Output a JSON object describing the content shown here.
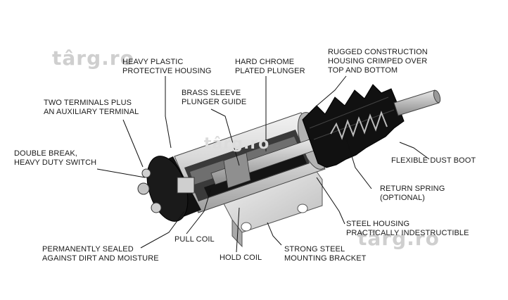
{
  "watermarks": [
    "târg.ro",
    "târg.ro",
    "târg.ro"
  ],
  "labels": {
    "heavy_plastic": [
      "HEAVY PLASTIC",
      "PROTECTIVE HOUSING"
    ],
    "hard_chrome": [
      "HARD CHROME",
      "PLATED PLUNGER"
    ],
    "rugged": [
      "RUGGED CONSTRUCTION",
      "HOUSING CRIMPED OVER",
      "TOP AND BOTTOM"
    ],
    "brass_sleeve": [
      "BRASS SLEEVE",
      "PLUNGER GUIDE"
    ],
    "two_terminals": [
      "TWO TERMINALS PLUS",
      "AN AUXILIARY TERMINAL"
    ],
    "double_break": [
      "DOUBLE BREAK,",
      "HEAVY DUTY SWITCH"
    ],
    "dust_boot": [
      "FLEXIBLE DUST BOOT"
    ],
    "return_spring": [
      "RETURN SPRING",
      "(OPTIONAL)"
    ],
    "steel_housing": [
      "STEEL HOUSING",
      "PRACTICALLY INDESTRUCTIBLE"
    ],
    "pull_coil": [
      "PULL COIL"
    ],
    "sealed": [
      "PERMANENTLY SEALED",
      "AGAINST DIRT AND MOISTURE"
    ],
    "hold_coil": [
      "HOLD COIL"
    ],
    "bracket": [
      "STRONG STEEL",
      "MOUNTING BRACKET"
    ]
  }
}
